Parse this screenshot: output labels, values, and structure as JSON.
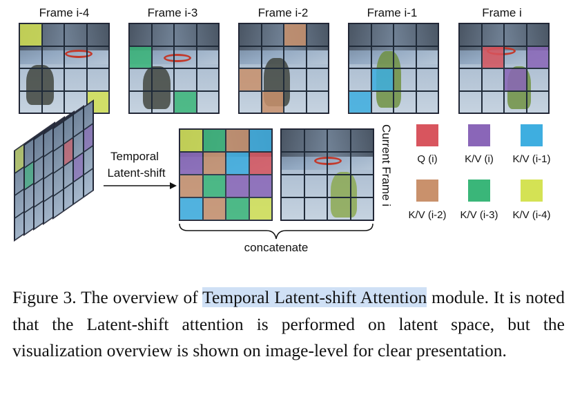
{
  "figure": {
    "frames": [
      {
        "label": "Frame i-4"
      },
      {
        "label": "Frame i-3"
      },
      {
        "label": "Frame i-2"
      },
      {
        "label": "Frame i-1"
      },
      {
        "label": "Frame i"
      }
    ],
    "arrow_label_line1": "Temporal",
    "arrow_label_line2": "Latent-shift",
    "concatenate_label": "concatenate",
    "current_frame_label": "Current Frame i",
    "legend": [
      {
        "label": "Q (i)",
        "color": "#d8555e"
      },
      {
        "label": "K/V (i)",
        "color": "#8a66b8"
      },
      {
        "label": "K/V (i-1)",
        "color": "#3eaee0"
      },
      {
        "label": "K/V (i-2)",
        "color": "#c9916c"
      },
      {
        "label": "K/V (i-3)",
        "color": "#3ab679"
      },
      {
        "label": "K/V (i-4)",
        "color": "#d4e254"
      }
    ]
  },
  "caption": {
    "prefix": "Figure 3.  The overview of ",
    "highlight": "Temporal Latent-shift Attention",
    "suffix": " module. It is noted that the Latent-shift attention is performed on latent space, but the visualization overview is shown on image-level for clear presentation."
  }
}
